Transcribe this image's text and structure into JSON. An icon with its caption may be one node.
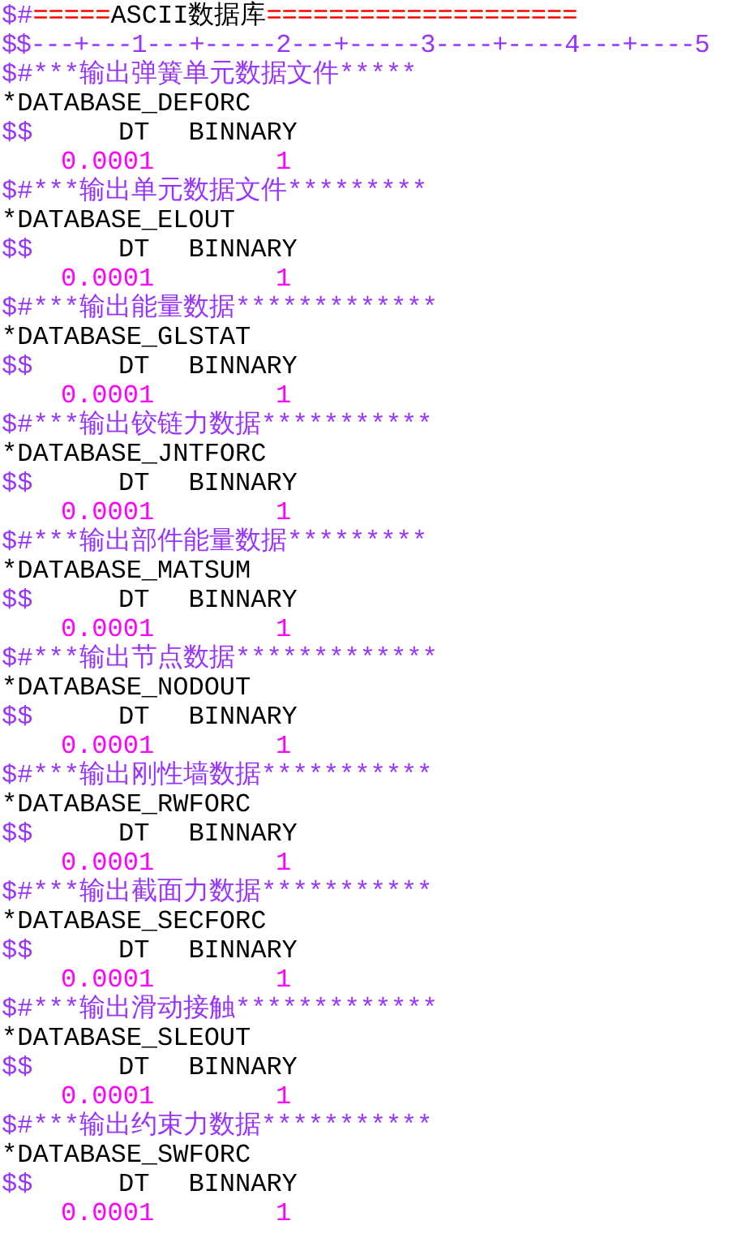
{
  "diagram": {
    "labels": [
      "$#",
      "=====",
      "ASCII数据库",
      "====================",
      "$$---+---1---+-----2---+-----3----+----4---+----5",
      "$#***输出弹簧单元数据文件*****",
      "*DATABASE_DEFORC",
      "$$",
      "DT",
      "BINNARY",
      "0.0001",
      "1",
      "$#***输出单元数据文件*********",
      "*DATABASE_ELOUT",
      "$$",
      "DT",
      "BINNARY",
      "0.0001",
      "1",
      "$#***输出能量数据*************",
      "*DATABASE_GLSTAT",
      "$$",
      "DT",
      "BINNARY",
      "0.0001",
      "1",
      "$#***输出铰链力数据***********",
      "*DATABASE_JNTFORC",
      "$$",
      "DT",
      "BINNARY",
      "0.0001",
      "1",
      "$#***输出部件能量数据*********",
      "*DATABASE_MATSUM",
      "$$",
      "DT",
      "BINNARY",
      "0.0001",
      "1",
      "$#***输出节点数据*************",
      "*DATABASE_NODOUT",
      "$$",
      "DT",
      "BINNARY",
      "0.0001",
      "1",
      "$#***输出刚性墙数据***********",
      "*DATABASE_RWFORC",
      "$$",
      "DT",
      "BINNARY",
      "0.0001",
      "1",
      "$#***输出截面力数据***********",
      "*DATABASE_SECFORC",
      "$$",
      "DT",
      "BINNARY",
      "0.0001",
      "1",
      "$#***输出滑动接触*************",
      "*DATABASE_SLEOUT",
      "$$",
      "DT",
      "BINNARY",
      "0.0001",
      "1",
      "$#***输出约束力数据***********",
      "*DATABASE_SWFORC",
      "$$",
      "DT",
      "BINNARY",
      "0.0001",
      "1"
    ]
  }
}
